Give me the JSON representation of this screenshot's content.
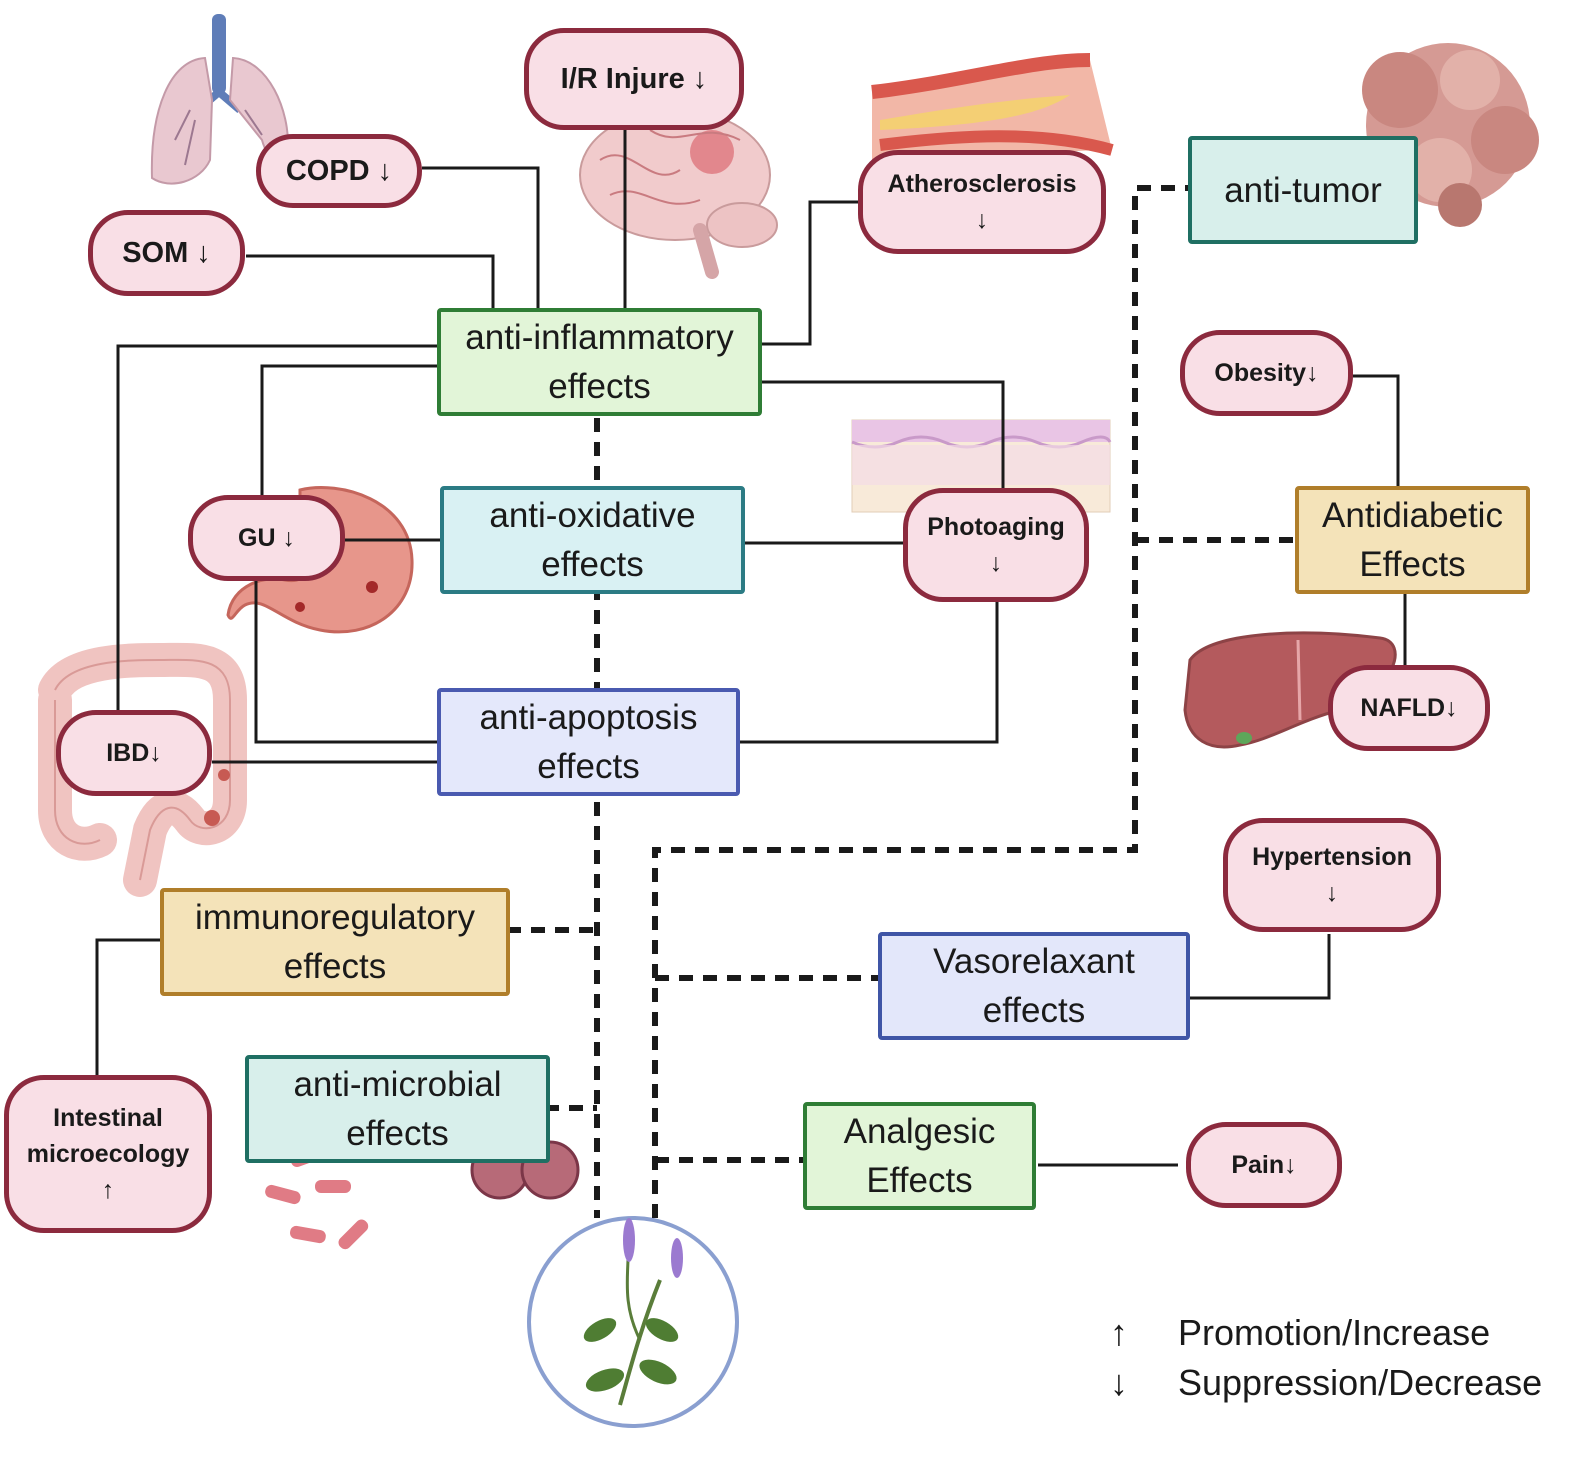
{
  "effects": {
    "anti_inflammatory": [
      "anti-inflammatory",
      "effects"
    ],
    "anti_oxidative": [
      "anti-oxidative",
      "effects"
    ],
    "anti_apoptosis": [
      "anti-apoptosis",
      "effects"
    ],
    "immunoregulatory": [
      "immunoregulatory",
      "effects"
    ],
    "anti_microbial": [
      "anti-microbial",
      "effects"
    ],
    "anti_tumor": [
      "anti-tumor"
    ],
    "antidiabetic": [
      "Antidiabetic",
      "Effects"
    ],
    "vasorelaxant": [
      "Vasorelaxant",
      "effects"
    ],
    "analgesic": [
      "Analgesic",
      "Effects"
    ]
  },
  "diseases": {
    "ir_injure": [
      "I/R Injure ↓"
    ],
    "copd": [
      "COPD ↓"
    ],
    "som": [
      "SOM ↓"
    ],
    "atherosclerosis": [
      "Atherosclerosis",
      "↓"
    ],
    "obesity": [
      "Obesity↓"
    ],
    "gu": [
      "GU ↓"
    ],
    "photoaging": [
      "Photoaging",
      "↓"
    ],
    "ibd": [
      "IBD↓"
    ],
    "nafld": [
      "NAFLD↓"
    ],
    "hypertension": [
      "Hypertension",
      "↓"
    ],
    "intestinal": [
      "Intestinal",
      "microecology",
      "↑"
    ],
    "pain": [
      "Pain↓"
    ]
  },
  "legend": [
    {
      "symbol": "↑",
      "label": "Promotion/Increase"
    },
    {
      "symbol": "↓",
      "label": "Suppression/Decrease"
    }
  ],
  "colors": {
    "disease_border": "#8c2a3e",
    "disease_fill": "#f9dfe6",
    "connector": "#1a1a1a"
  },
  "icons": [
    "lungs-icon",
    "brain-icon",
    "artery-icon",
    "tumor-icon",
    "skin-icon",
    "stomach-icon",
    "colon-icon",
    "liver-icon",
    "bacteria-icon",
    "plant-icon"
  ]
}
